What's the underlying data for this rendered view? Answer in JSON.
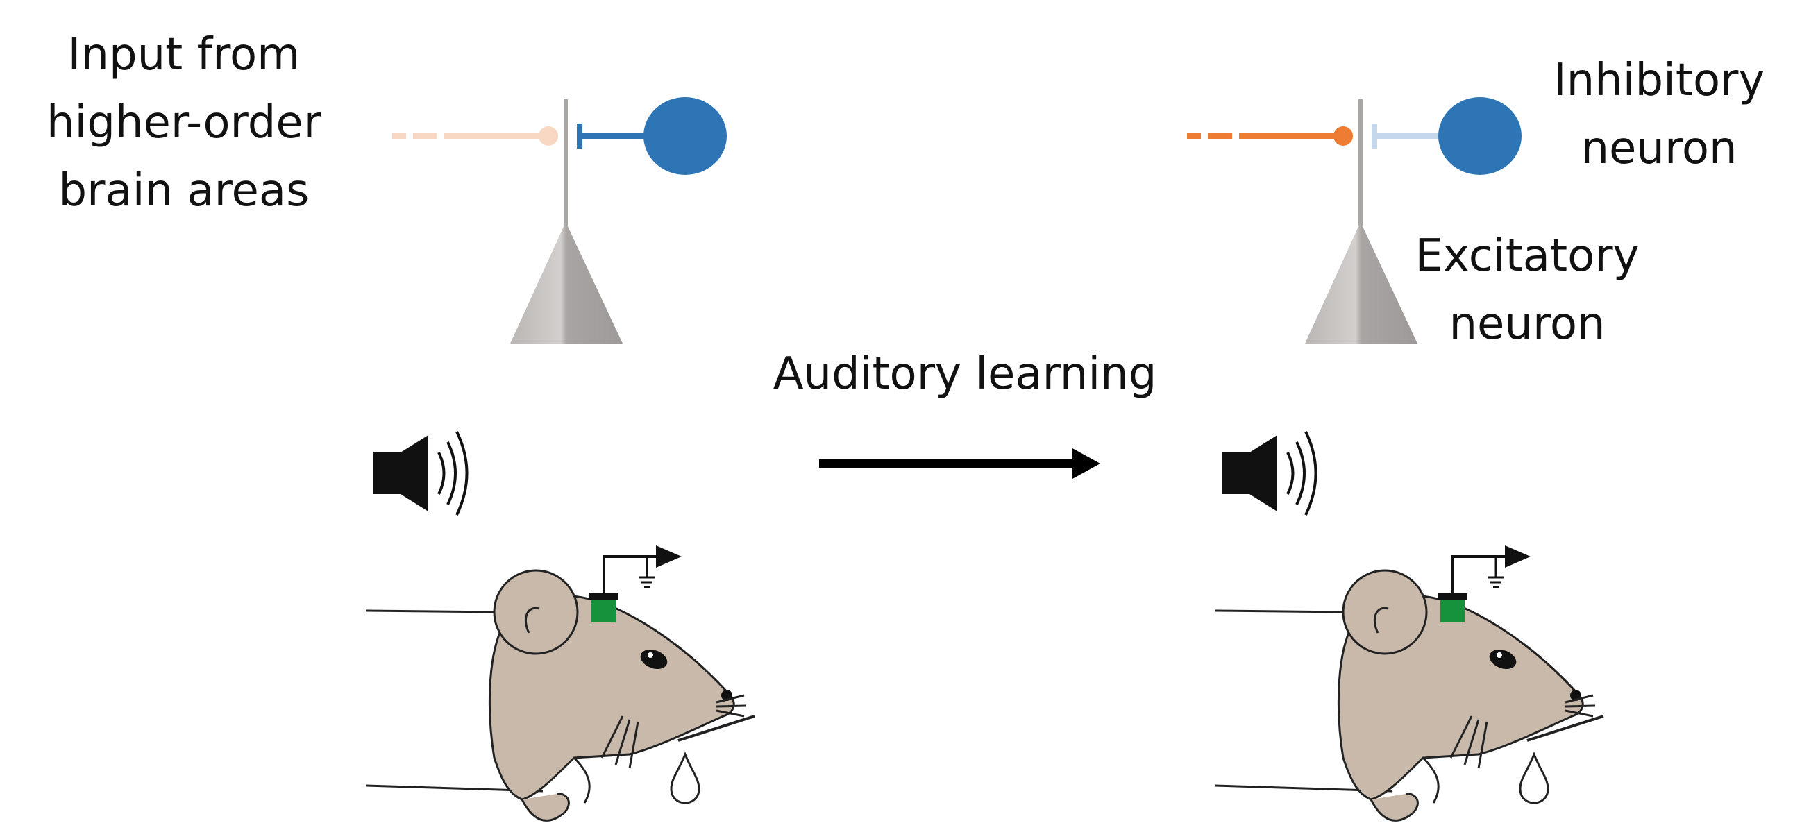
{
  "labels": {
    "input_from": [
      "Input from",
      "higher-order",
      "brain areas"
    ],
    "inhibitory": [
      "Inhibitory",
      "neuron"
    ],
    "excitatory": [
      "Excitatory",
      "neuron"
    ],
    "arrow_label": "Auditory learning"
  },
  "colors": {
    "input_before": "#f8d7c3",
    "input_after": "#ee7d33",
    "inhibitory_neuron": "#2e75b6",
    "inhibitory_synapse_before": "#2e75b6",
    "inhibitory_synapse_after": "#c5d7ea",
    "excitatory_neuron": "#aaa7a5",
    "mouse_fur": "#c8b9ab",
    "implant": "#16913c"
  },
  "icons": [
    "speaker-icon",
    "electrode-icon",
    "ground-icon",
    "water-drop-icon",
    "mouse-icon",
    "inhibitory-synapse-icon",
    "excitatory-synapse-icon"
  ]
}
